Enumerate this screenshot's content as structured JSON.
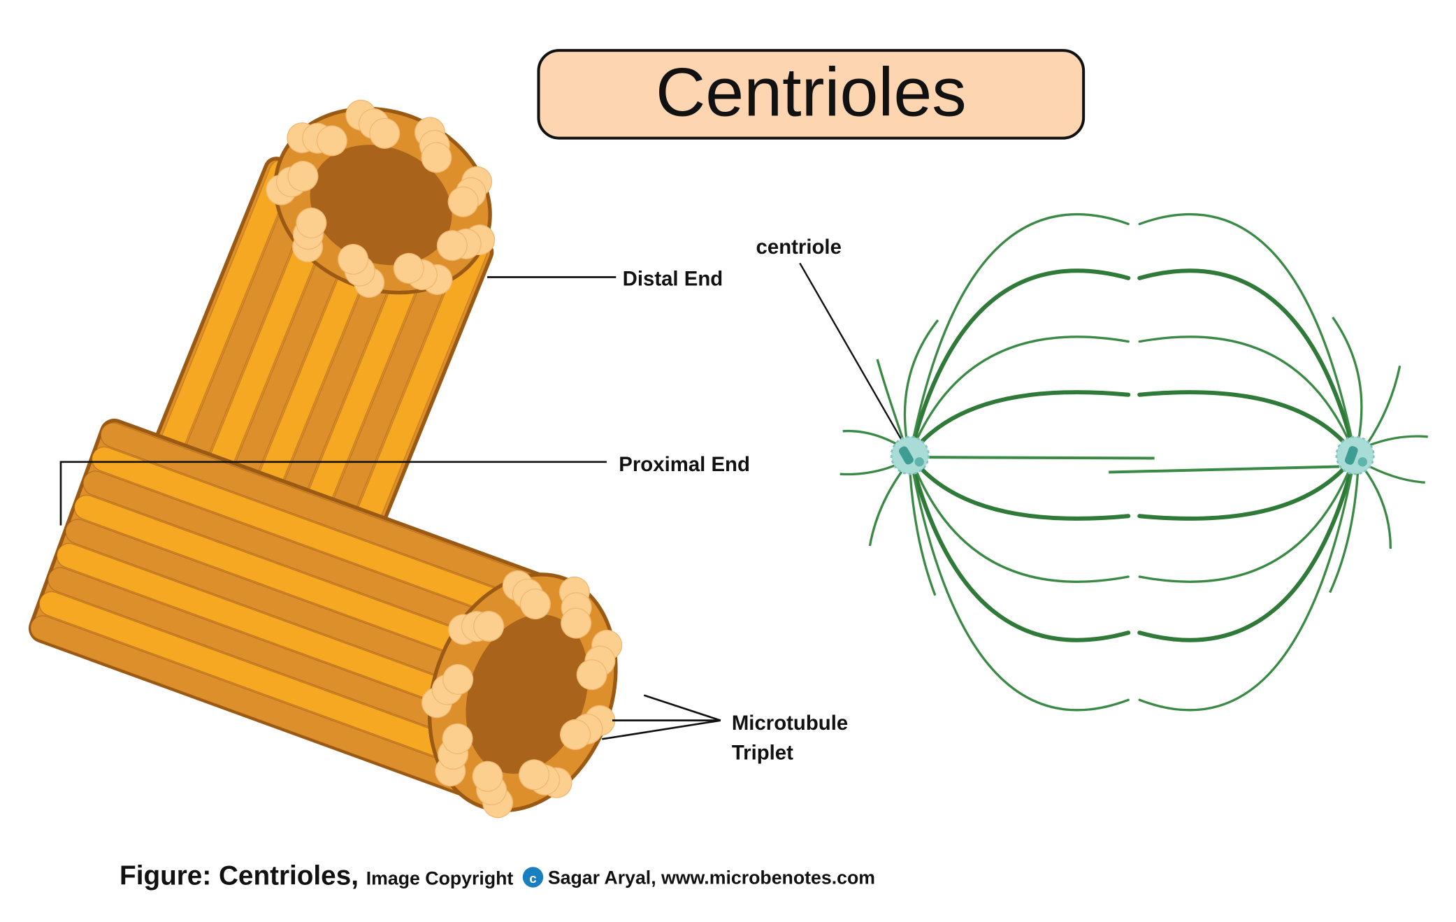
{
  "title": "Centrioles",
  "labels": {
    "distal_end": "Distal End",
    "proximal_end": "Proximal End",
    "microtubule_triplet_line1": "Microtubule",
    "microtubule_triplet_line2": "Triplet",
    "centriole": "centriole"
  },
  "caption": {
    "figure": "Figure: Centrioles",
    "comma": ",",
    "copyright": "Image Copyright",
    "copyright_symbol": "c",
    "author": "Sagar Aryal, www.microbenotes.com"
  },
  "colors": {
    "title_box": "#fdd5b1",
    "rod_light": "#f7a823",
    "rod_mid": "#dc8f2a",
    "rod_dark": "#a9631a",
    "rod_outline": "#9a5a14",
    "tubule_end": "#fdcf8f",
    "spindle_green": "#3a8a45",
    "spindle_dark": "#2f7a38",
    "pole": "#7fc4bd",
    "copyright_badge": "#1a7fc0"
  }
}
